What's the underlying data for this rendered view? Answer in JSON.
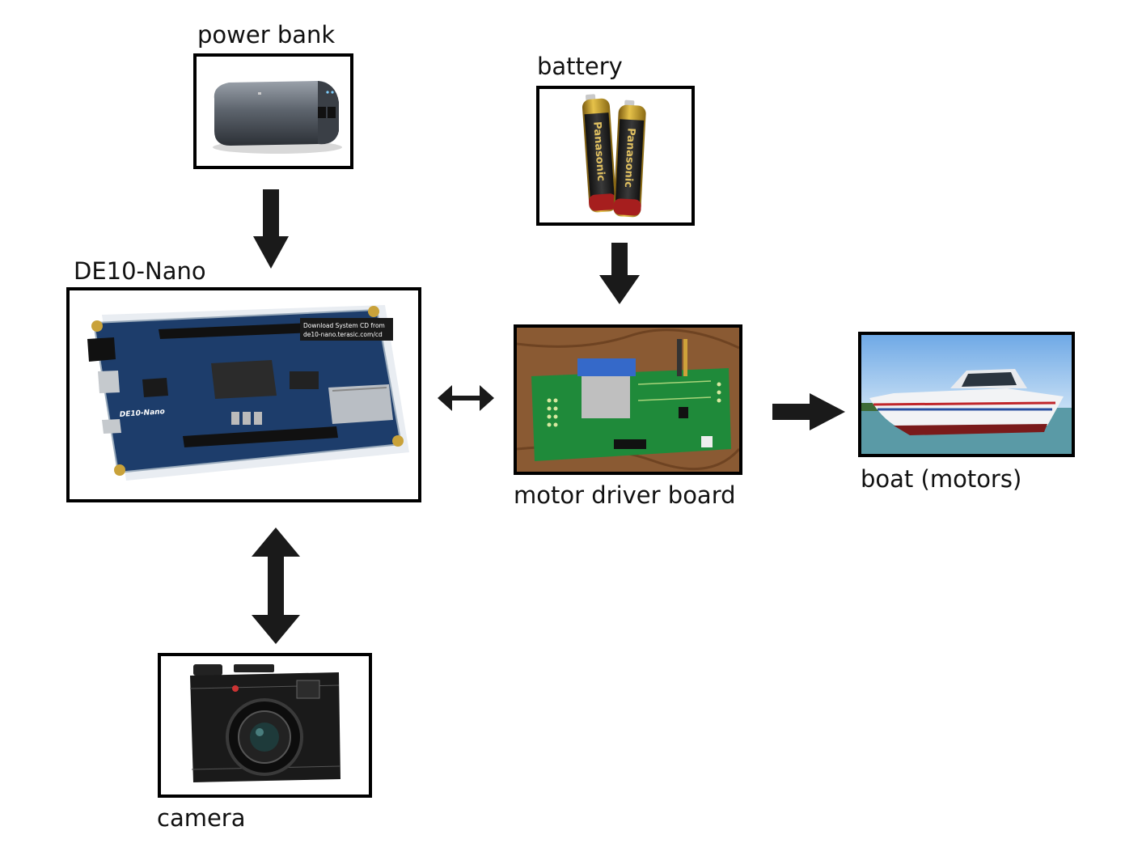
{
  "nodes": {
    "power_bank": {
      "label": "power bank"
    },
    "battery": {
      "label": "battery",
      "brand_text": "Panasonic"
    },
    "de10_nano": {
      "label": "DE10-Nano",
      "board_text": "DE10-Nano",
      "sticker_line1": "Download System CD from",
      "sticker_line2": "de10-nano.terasic.com/cd"
    },
    "motor_driver": {
      "label": "motor driver board"
    },
    "boat": {
      "label": "boat (motors)"
    },
    "camera": {
      "label": "camera"
    }
  },
  "connections": [
    {
      "from": "power bank",
      "to": "DE10-Nano",
      "direction": "one-way"
    },
    {
      "from": "battery",
      "to": "motor driver board",
      "direction": "one-way"
    },
    {
      "from": "DE10-Nano",
      "to": "motor driver board",
      "direction": "two-way"
    },
    {
      "from": "motor driver board",
      "to": "boat (motors)",
      "direction": "one-way"
    },
    {
      "from": "DE10-Nano",
      "to": "camera",
      "direction": "two-way"
    }
  ],
  "colors": {
    "arrow": "#1a1a1a",
    "box_border": "#000000",
    "pcb_blue": "#1d3d6b",
    "pcb_green": "#1f8a3a",
    "wood": "#8a5a33"
  }
}
